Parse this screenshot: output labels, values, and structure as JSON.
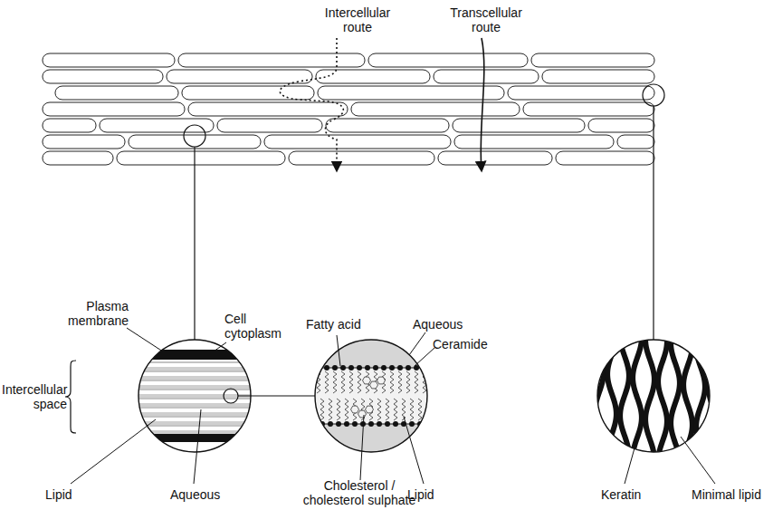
{
  "diagram": {
    "labels": [
      "Intercellular route",
      "Transcellular route",
      "Plasma membrane",
      "Cell cytoplasm",
      "Intercellular space",
      "Lipid",
      "Aqueous",
      "Fatty acid",
      "Aqueous",
      "Ceramide",
      "Cholesterol / cholesterol sulphate",
      "Lipid",
      "Keratin",
      "Minimal lipid"
    ]
  }
}
